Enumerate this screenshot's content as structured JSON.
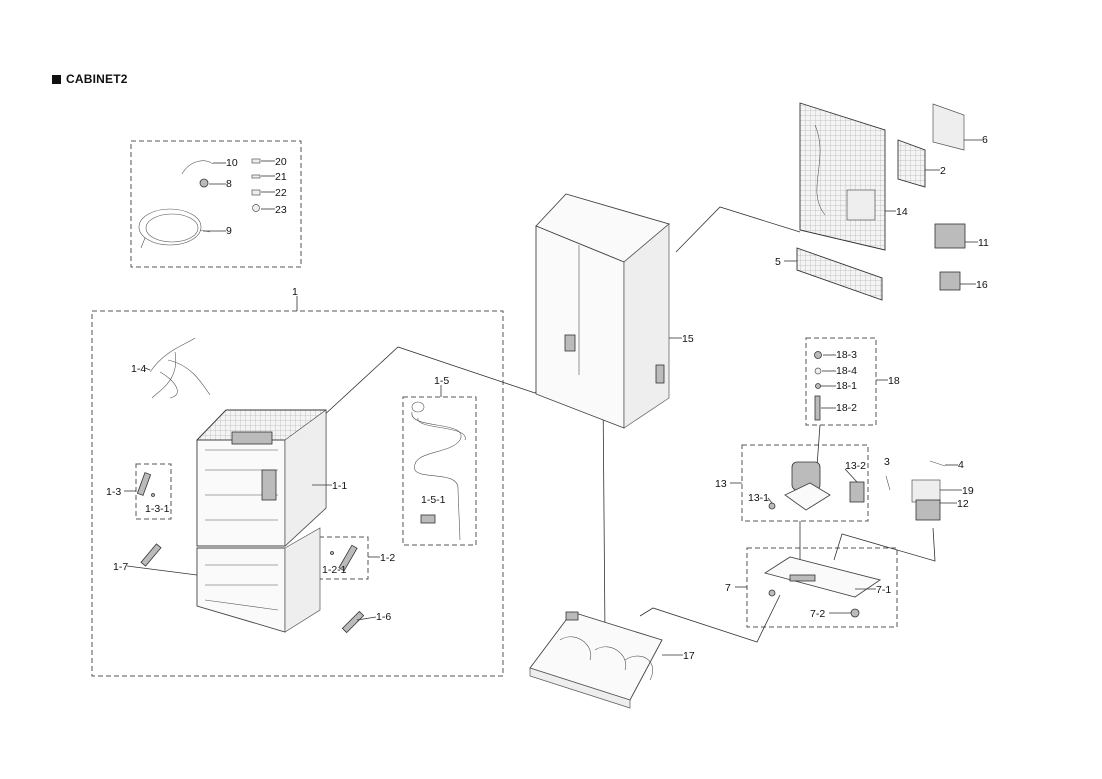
{
  "header": {
    "title": "CABINET2"
  },
  "parts": [
    {
      "id": "p1",
      "label": "1"
    },
    {
      "id": "p1_1",
      "label": "1-1"
    },
    {
      "id": "p1_2",
      "label": "1-2"
    },
    {
      "id": "p1_2_1",
      "label": "1-2-1"
    },
    {
      "id": "p1_3",
      "label": "1-3"
    },
    {
      "id": "p1_3_1",
      "label": "1-3-1"
    },
    {
      "id": "p1_4",
      "label": "1-4"
    },
    {
      "id": "p1_5",
      "label": "1-5"
    },
    {
      "id": "p1_5_1",
      "label": "1-5-1"
    },
    {
      "id": "p1_6",
      "label": "1-6"
    },
    {
      "id": "p1_7",
      "label": "1-7"
    },
    {
      "id": "p2",
      "label": "2"
    },
    {
      "id": "p3",
      "label": "3"
    },
    {
      "id": "p4",
      "label": "4"
    },
    {
      "id": "p5",
      "label": "5"
    },
    {
      "id": "p6",
      "label": "6"
    },
    {
      "id": "p7",
      "label": "7"
    },
    {
      "id": "p7_1",
      "label": "7-1"
    },
    {
      "id": "p7_2",
      "label": "7-2"
    },
    {
      "id": "p8",
      "label": "8"
    },
    {
      "id": "p9",
      "label": "9"
    },
    {
      "id": "p10",
      "label": "10"
    },
    {
      "id": "p11",
      "label": "11"
    },
    {
      "id": "p12",
      "label": "12"
    },
    {
      "id": "p13",
      "label": "13"
    },
    {
      "id": "p13_1",
      "label": "13-1"
    },
    {
      "id": "p13_2",
      "label": "13-2"
    },
    {
      "id": "p14",
      "label": "14"
    },
    {
      "id": "p15",
      "label": "15"
    },
    {
      "id": "p16",
      "label": "16"
    },
    {
      "id": "p17",
      "label": "17"
    },
    {
      "id": "p18",
      "label": "18"
    },
    {
      "id": "p18_1",
      "label": "18-1"
    },
    {
      "id": "p18_2",
      "label": "18-2"
    },
    {
      "id": "p18_3",
      "label": "18-3"
    },
    {
      "id": "p18_4",
      "label": "18-4"
    },
    {
      "id": "p19",
      "label": "19"
    },
    {
      "id": "p20",
      "label": "20"
    },
    {
      "id": "p21",
      "label": "21"
    },
    {
      "id": "p22",
      "label": "22"
    },
    {
      "id": "p23",
      "label": "23"
    }
  ]
}
